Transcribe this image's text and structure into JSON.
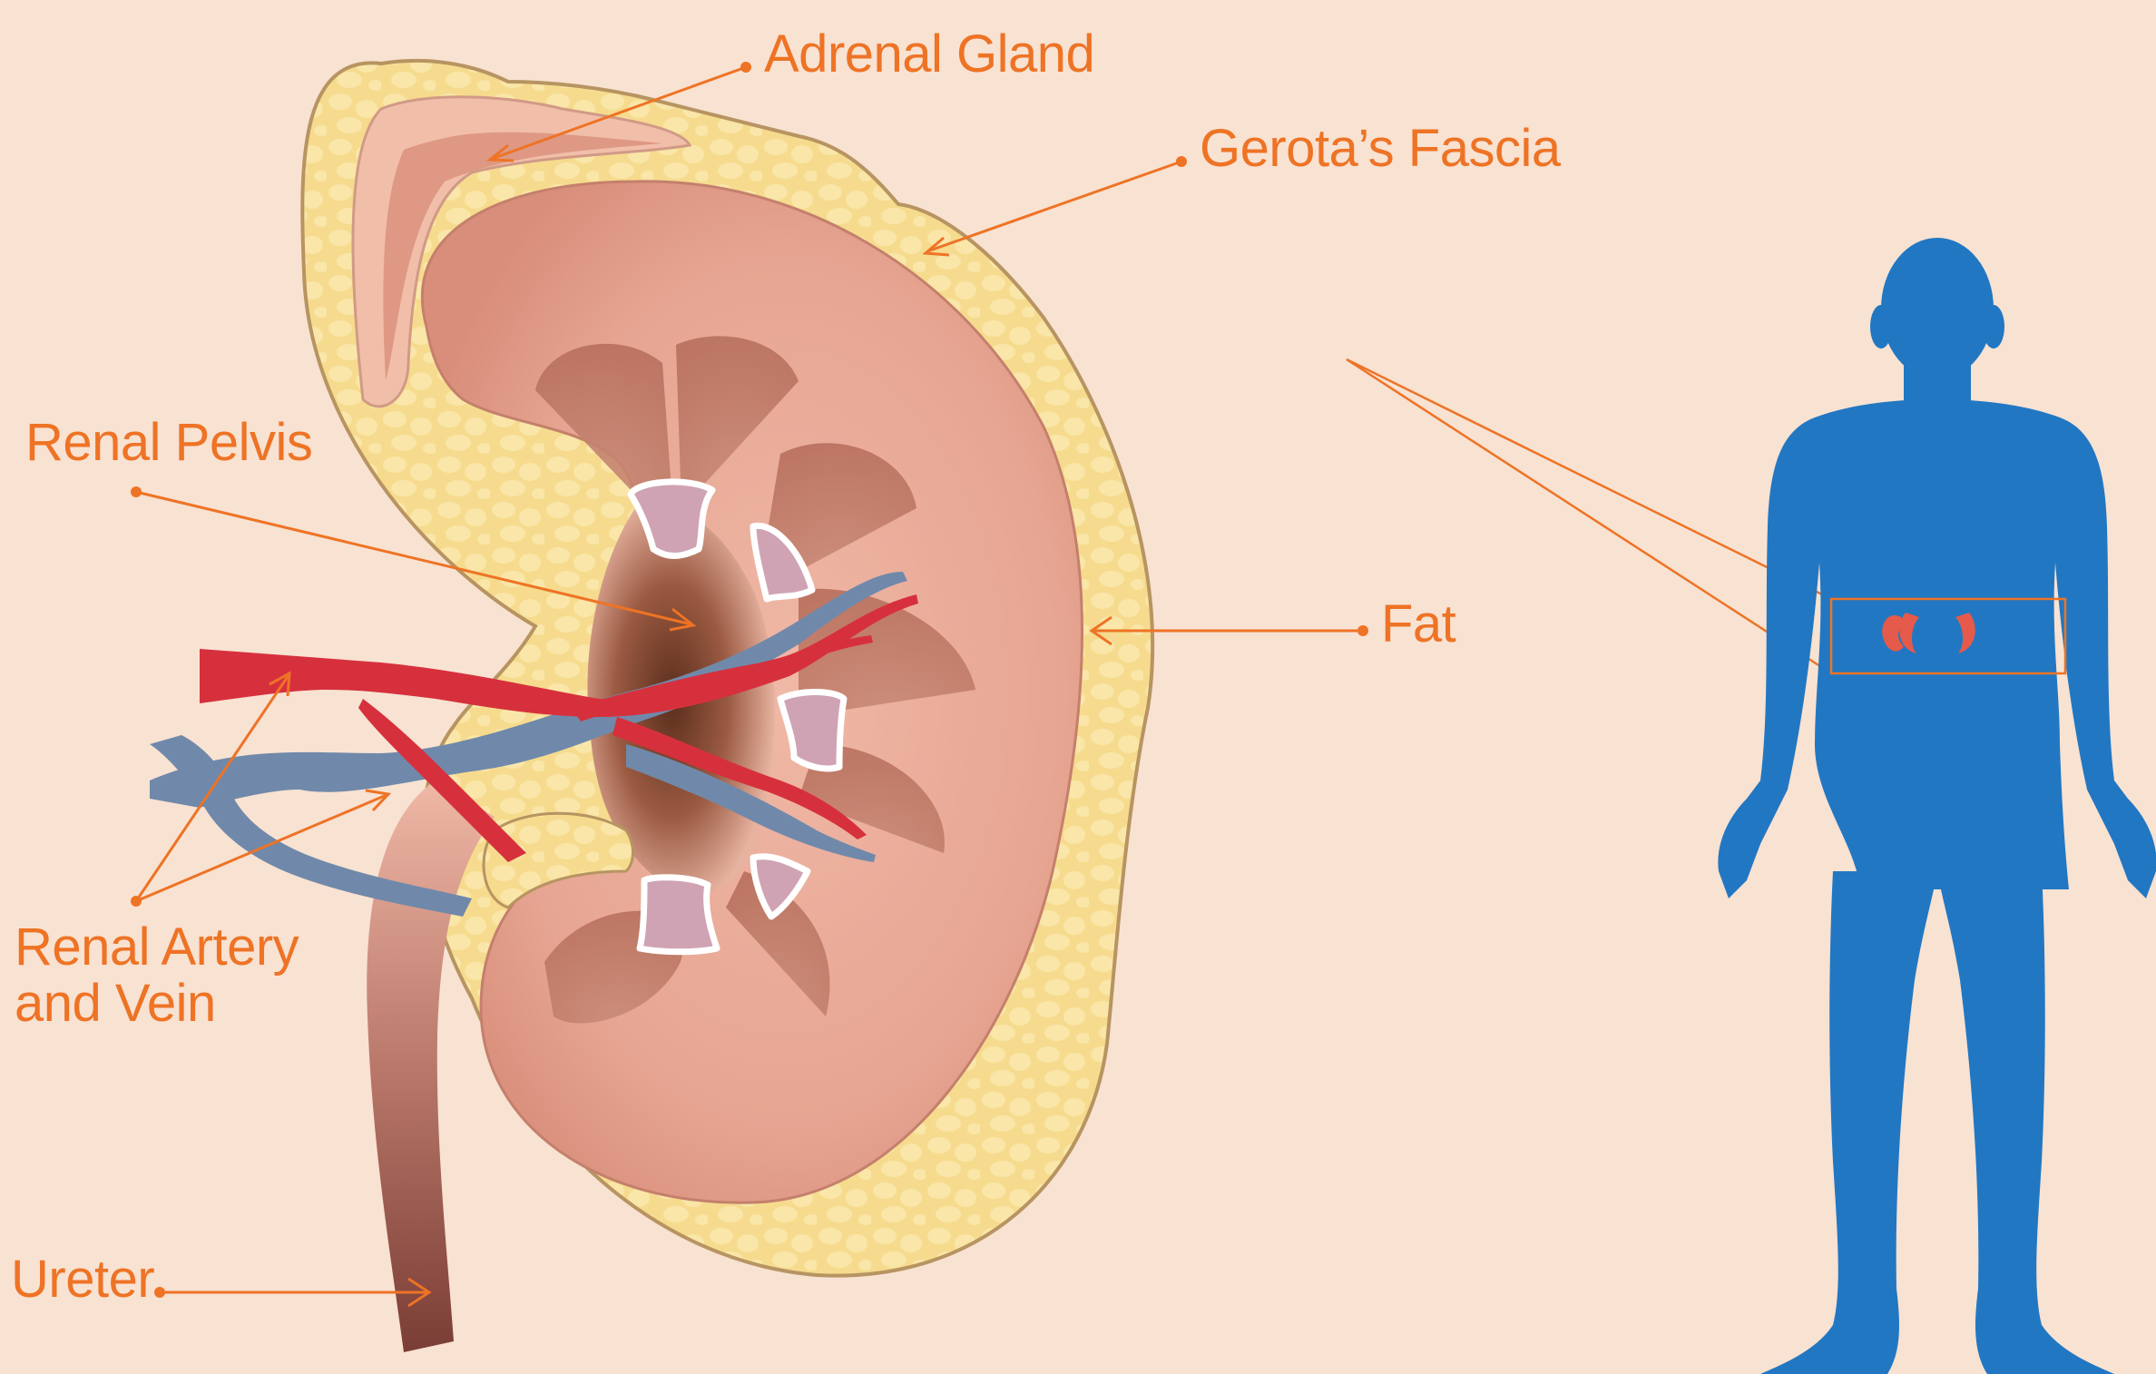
{
  "labels": {
    "adrenal_gland": "Adrenal Gland",
    "gerotas_fascia": "Gerota’s Fascia",
    "renal_pelvis": "Renal Pelvis",
    "fat": "Fat",
    "renal_artery_vein_line1": "Renal Artery",
    "renal_artery_vein_line2": "and Vein",
    "ureter": "Ureter"
  },
  "colors": {
    "background": "#f8e2d2",
    "label": "#ee7325",
    "leader_line": "#ee7325",
    "fat_layer": "#f5d98a",
    "kidney_cortex": "#e6a592",
    "renal_artery": "#d7303d",
    "renal_vein": "#7089aa",
    "body_silhouette": "#2277c2",
    "inset_kidneys": "#e55a4b"
  },
  "icons": {
    "human_silhouette": "human-body-silhouette-icon",
    "kidney_cross_section": "kidney-cross-section-illustration"
  }
}
